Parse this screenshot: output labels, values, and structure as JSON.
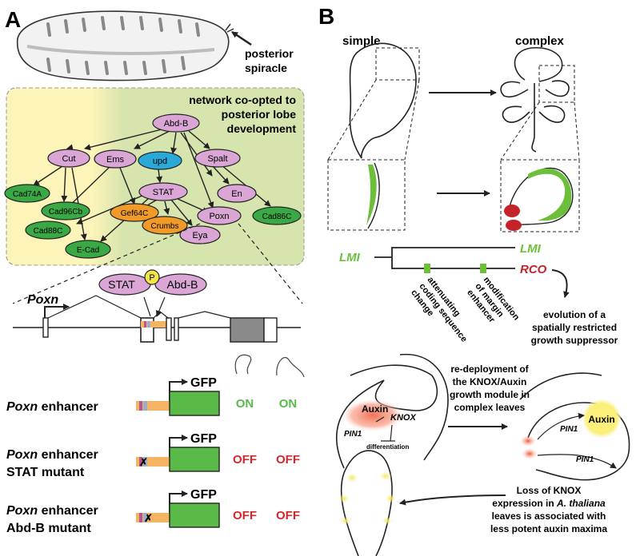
{
  "colors": {
    "purple": "#d9a6d6",
    "green_node": "#39a845",
    "blue_node": "#2aa8d8",
    "orange_node": "#f09a2a",
    "yellow_bg": "#fcf4b8",
    "green_bg": "#d6e4ad",
    "lmi_green": "#6cbf3a",
    "rco_red": "#c4232a",
    "gfp_green": "#5aba47",
    "enh_orange": "#f4b463",
    "auxin_yellow": "#fbf07a"
  },
  "panelA": {
    "label": "A",
    "spiracle_label": [
      "posterior",
      "spiracle"
    ],
    "network_title": [
      "network co-opted to",
      "posterior lobe",
      "development"
    ],
    "nodes": {
      "abdb": "Abd-B",
      "cut": "Cut",
      "ems": "Ems",
      "upd": "upd",
      "spalt": "Spalt",
      "stat": "STAT",
      "en": "En",
      "poxn": "Poxn",
      "eya": "Eya",
      "cad74a": "Cad74A",
      "cad96cb": "Cad96Cb",
      "cad88c": "Cad88C",
      "ecad": "E-Cad",
      "gef64c": "Gef64C",
      "crumbs": "Crumbs",
      "cad86c": "Cad86C"
    },
    "gene": {
      "name": "Poxn",
      "stat": "STAT",
      "p": "P",
      "abdb": "Abd-B"
    },
    "reporters": [
      {
        "name": "Poxn",
        "suffix": " enhancer",
        "line2": "",
        "gfp": "GFP",
        "s1": "ON",
        "s2": "ON",
        "c1": "#5aba47",
        "c2": "#5aba47"
      },
      {
        "name": "Poxn",
        "suffix": " enhancer",
        "line2": "STAT mutant",
        "gfp": "GFP",
        "s1": "OFF",
        "s2": "OFF",
        "c1": "#d0282c",
        "c2": "#d0282c"
      },
      {
        "name": "Poxn",
        "suffix": " enhancer",
        "line2": "Abd-B mutant",
        "gfp": "GFP",
        "s1": "OFF",
        "s2": "OFF",
        "c1": "#d0282c",
        "c2": "#d0282c"
      }
    ]
  },
  "panelB": {
    "label": "B",
    "simple": "simple",
    "complex": "complex",
    "lmi_left": "LMI",
    "lmi_right": "LMI",
    "rco": "RCO",
    "changes": [
      [
        "attenuating",
        "coding sequence",
        "change"
      ],
      [
        "modification",
        "of margin",
        "enhancer"
      ]
    ],
    "evolution": [
      "evolution of a",
      "spatially restricted",
      "growth suppressor"
    ],
    "redeploy": [
      "re-deployment of",
      "the KNOX/Auxin",
      "growth module in",
      "complex leaves"
    ],
    "auxin": "Auxin",
    "knox": "KNOX",
    "pin1": "PIN1",
    "differentiation": "differentiation",
    "auxin_right": "Auxin",
    "pin1_a": "PIN1",
    "pin1_b": "PIN1",
    "loss": [
      "Loss of KNOX",
      "expression in",
      "A. thaliana",
      "leaves is associated with",
      "less potent auxin maxima"
    ]
  }
}
